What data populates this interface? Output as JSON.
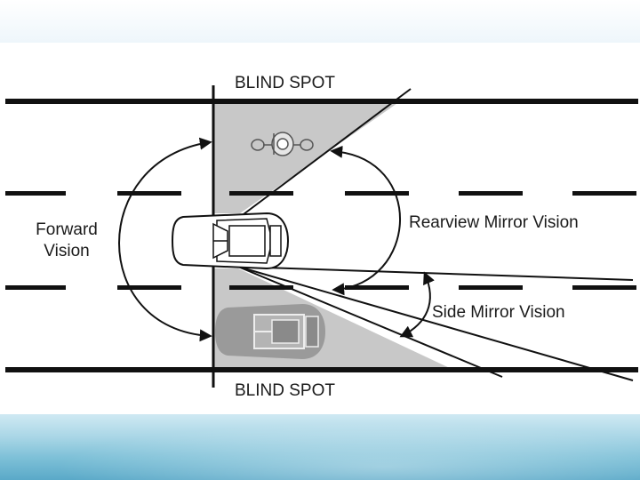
{
  "labels": {
    "blind_spot_top": "BLIND SPOT",
    "blind_spot_bottom": "BLIND SPOT",
    "forward_line1": "Forward",
    "forward_line2": "Vision",
    "rearview": "Rearview Mirror Vision",
    "side_mirror": "Side Mirror Vision"
  },
  "colors": {
    "blind_spot_fill": "#c8c8c8",
    "road_line": "#111111",
    "ghost_vehicle": "#9a9a9a"
  }
}
